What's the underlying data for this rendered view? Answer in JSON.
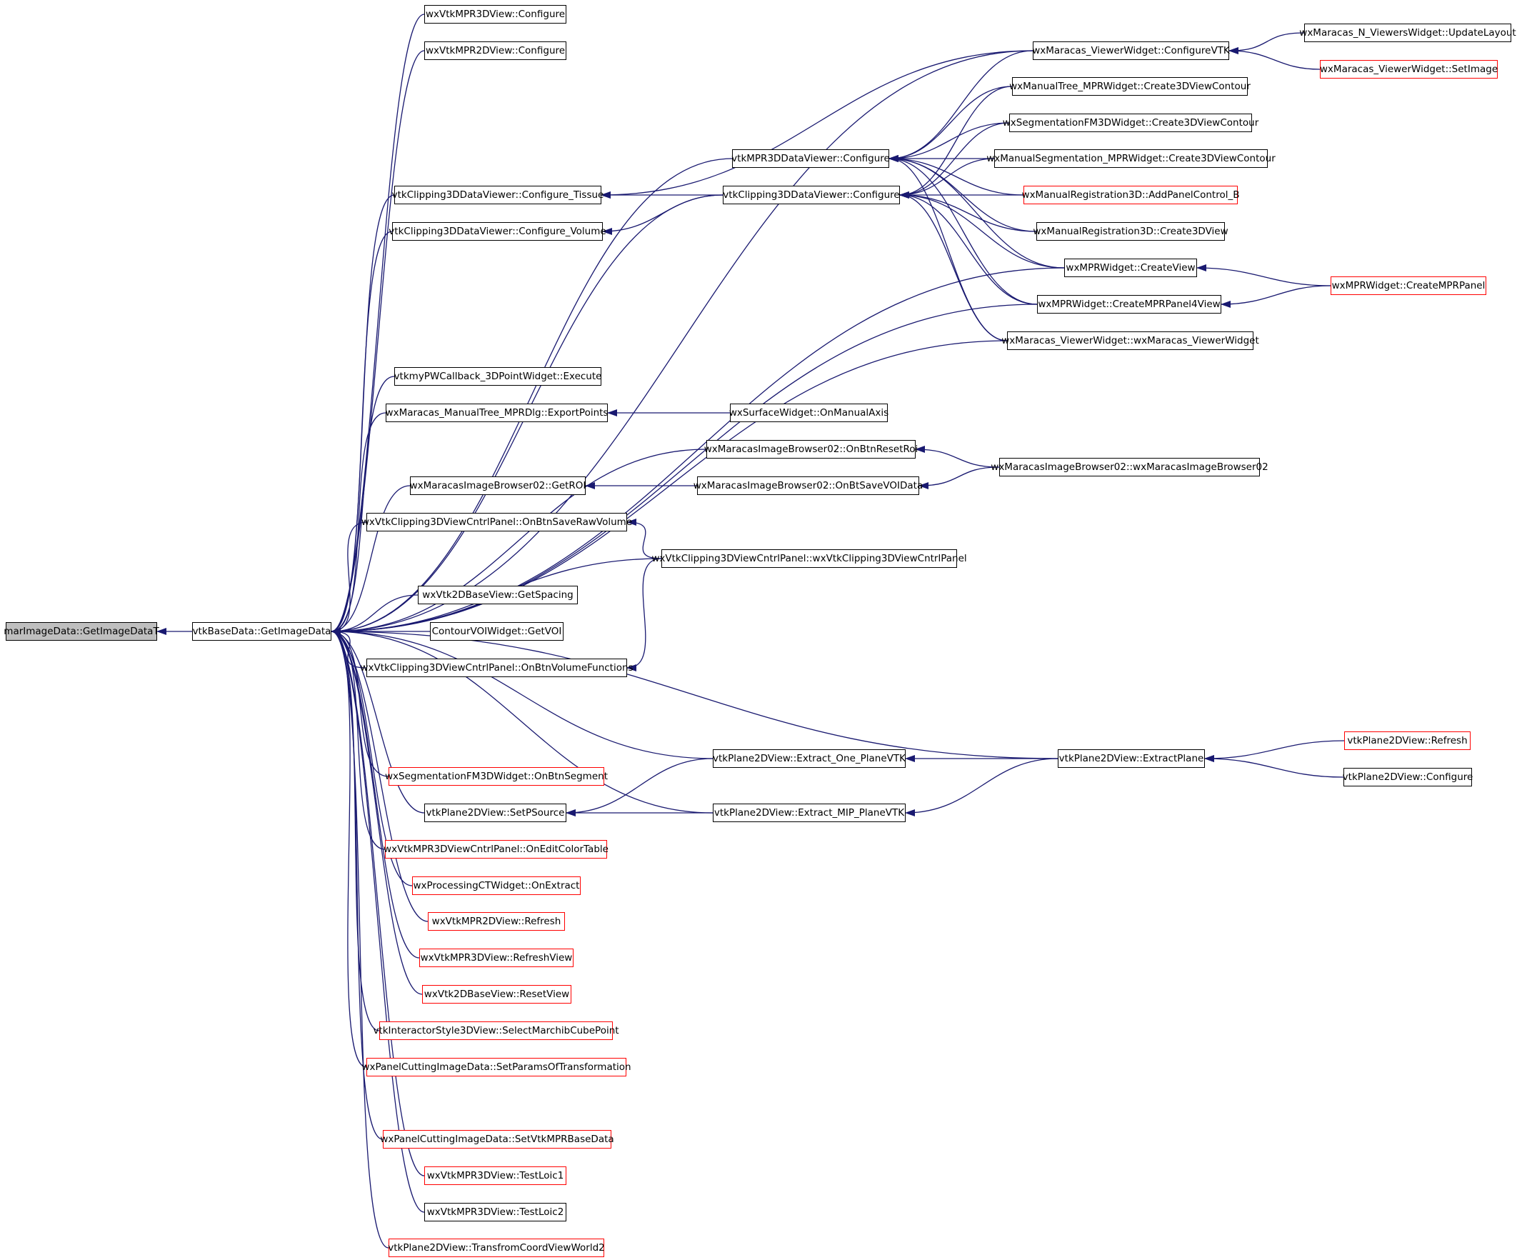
{
  "graph": {
    "edge_color": "#191970",
    "border_color": "#000000",
    "truncated_border_color": "#ff0000",
    "root_fill": "#bfbfbf",
    "nodes": [
      {
        "id": "root",
        "label": "marImageData::GetImageDataT",
        "style": "root"
      },
      {
        "id": "base",
        "label": "vtkBaseData::GetImageData",
        "style": "normal"
      },
      {
        "id": "mpr3dcfg",
        "label": "wxVtkMPR3DView::Configure",
        "style": "normal"
      },
      {
        "id": "mpr2dcfg",
        "label": "wxVtkMPR2DView::Configure",
        "style": "normal"
      },
      {
        "id": "mpr3ddvcfg",
        "label": "vtkMPR3DDataViewer::Configure",
        "style": "normal"
      },
      {
        "id": "clipTissue",
        "label": "vtkClipping3DDataViewer::Configure_Tissue",
        "style": "normal"
      },
      {
        "id": "clipCfg",
        "label": "vtkClipping3DDataViewer::Configure",
        "style": "normal"
      },
      {
        "id": "clipVolume",
        "label": "vtkClipping3DDataViewer::Configure_Volume",
        "style": "normal"
      },
      {
        "id": "pwExecute",
        "label": "vtkmyPWCallback_3DPointWidget::Execute",
        "style": "normal"
      },
      {
        "id": "exportPoints",
        "label": "wxMaracas_ManualTree_MPRDlg::ExportPoints",
        "style": "normal"
      },
      {
        "id": "onManualAxis",
        "label": "wxSurfaceWidget::OnManualAxis",
        "style": "normal"
      },
      {
        "id": "onResetRoi",
        "label": "wxMaracasImageBrowser02::OnBtnResetRoi",
        "style": "normal"
      },
      {
        "id": "getROI",
        "label": "wxMaracasImageBrowser02::GetROI",
        "style": "normal"
      },
      {
        "id": "onSaveVOI",
        "label": "wxMaracasImageBrowser02::OnBtSaveVOIData",
        "style": "normal"
      },
      {
        "id": "browserCtor",
        "label": "wxMaracasImageBrowser02::wxMaracasImageBrowser02",
        "style": "normal"
      },
      {
        "id": "saveRaw",
        "label": "wxVtkClipping3DViewCntrlPanel::OnBtnSaveRawVolume",
        "style": "normal"
      },
      {
        "id": "clipPanelCtor",
        "label": "wxVtkClipping3DViewCntrlPanel::wxVtkClipping3DViewCntrlPanel",
        "style": "normal"
      },
      {
        "id": "getSpacing",
        "label": "wxVtk2DBaseView::GetSpacing",
        "style": "normal"
      },
      {
        "id": "getVOI",
        "label": "ContourVOIWidget::GetVOI",
        "style": "normal"
      },
      {
        "id": "volFuncs",
        "label": "wxVtkClipping3DViewCntrlPanel::OnBtnVolumeFunctions",
        "style": "normal"
      },
      {
        "id": "cfgVTK",
        "label": "wxMaracas_ViewerWidget::ConfigureVTK",
        "style": "normal"
      },
      {
        "id": "updateLayout",
        "label": "wxMaracas_N_ViewersWidget::UpdateLayout",
        "style": "normal"
      },
      {
        "id": "setImage",
        "label": "wxMaracas_ViewerWidget::SetImage",
        "style": "red"
      },
      {
        "id": "treeContour",
        "label": "wxManualTree_MPRWidget::Create3DViewContour",
        "style": "normal"
      },
      {
        "id": "fmContour",
        "label": "wxSegmentationFM3DWidget::Create3DViewContour",
        "style": "normal"
      },
      {
        "id": "manSegContour",
        "label": "wxManualSegmentation_MPRWidget::Create3DViewContour",
        "style": "normal"
      },
      {
        "id": "addPanelB",
        "label": "wxManualRegistration3D::AddPanelControl_B",
        "style": "red"
      },
      {
        "id": "reg3DView",
        "label": "wxManualRegistration3D::Create3DView",
        "style": "normal"
      },
      {
        "id": "mprCreateView",
        "label": "wxMPRWidget::CreateView",
        "style": "normal"
      },
      {
        "id": "mprPanel",
        "label": "wxMPRWidget::CreateMPRPanel",
        "style": "red"
      },
      {
        "id": "mprPanel4",
        "label": "wxMPRWidget::CreateMPRPanel4View",
        "style": "normal"
      },
      {
        "id": "viewerCtor",
        "label": "wxMaracas_ViewerWidget::wxMaracas_ViewerWidget",
        "style": "normal"
      },
      {
        "id": "fmSegment",
        "label": "wxSegmentationFM3DWidget::OnBtnSegment",
        "style": "red"
      },
      {
        "id": "setPSource",
        "label": "vtkPlane2DView::SetPSource",
        "style": "normal"
      },
      {
        "id": "extractOne",
        "label": "vtkPlane2DView::Extract_One_PlaneVTK",
        "style": "normal"
      },
      {
        "id": "extractMIP",
        "label": "vtkPlane2DView::Extract_MIP_PlaneVTK",
        "style": "normal"
      },
      {
        "id": "extractPlane",
        "label": "vtkPlane2DView::ExtractPlane",
        "style": "normal"
      },
      {
        "id": "planeRefresh",
        "label": "vtkPlane2DView::Refresh",
        "style": "red"
      },
      {
        "id": "planeCfg",
        "label": "vtkPlane2DView::Configure",
        "style": "normal"
      },
      {
        "id": "editColor",
        "label": "wxVtkMPR3DViewCntrlPanel::OnEditColorTable",
        "style": "red"
      },
      {
        "id": "onExtract",
        "label": "wxProcessingCTWidget::OnExtract",
        "style": "red"
      },
      {
        "id": "mpr2dRefresh",
        "label": "wxVtkMPR2DView::Refresh",
        "style": "red"
      },
      {
        "id": "mpr3dRefresh",
        "label": "wxVtkMPR3DView::RefreshView",
        "style": "red"
      },
      {
        "id": "resetView",
        "label": "wxVtk2DBaseView::ResetView",
        "style": "red"
      },
      {
        "id": "marchCube",
        "label": "vtkInteractorStyle3DView::SelectMarchibCubePoint",
        "style": "red"
      },
      {
        "id": "paramsTransf",
        "label": "wxPanelCuttingImageData::SetParamsOfTransformation",
        "style": "red"
      },
      {
        "id": "setMPRBase",
        "label": "wxPanelCuttingImageData::SetVtkMPRBaseData",
        "style": "red"
      },
      {
        "id": "testLoic1",
        "label": "wxVtkMPR3DView::TestLoic1",
        "style": "red"
      },
      {
        "id": "testLoic2",
        "label": "wxVtkMPR3DView::TestLoic2",
        "style": "normal"
      },
      {
        "id": "transfCoord",
        "label": "vtkPlane2DView::TransfromCoordViewWorld2",
        "style": "red"
      }
    ],
    "edges": [
      [
        "base",
        "root"
      ],
      [
        "mpr3dcfg",
        "base"
      ],
      [
        "mpr2dcfg",
        "base"
      ],
      [
        "mpr3ddvcfg",
        "base"
      ],
      [
        "clipTissue",
        "base"
      ],
      [
        "clipCfg",
        "base"
      ],
      [
        "clipVolume",
        "base"
      ],
      [
        "cfgVTK",
        "base"
      ],
      [
        "mprCreateView",
        "base"
      ],
      [
        "mprPanel4",
        "base"
      ],
      [
        "viewerCtor",
        "base"
      ],
      [
        "pwExecute",
        "base"
      ],
      [
        "exportPoints",
        "base"
      ],
      [
        "onResetRoi",
        "base"
      ],
      [
        "getROI",
        "base"
      ],
      [
        "saveRaw",
        "base"
      ],
      [
        "clipPanelCtor",
        "base"
      ],
      [
        "getSpacing",
        "base"
      ],
      [
        "getVOI",
        "base"
      ],
      [
        "volFuncs",
        "base"
      ],
      [
        "extractPlane",
        "base"
      ],
      [
        "extractOne",
        "base"
      ],
      [
        "fmSegment",
        "base"
      ],
      [
        "setPSource",
        "base"
      ],
      [
        "editColor",
        "base"
      ],
      [
        "onExtract",
        "base"
      ],
      [
        "mpr2dRefresh",
        "base"
      ],
      [
        "mpr3dRefresh",
        "base"
      ],
      [
        "resetView",
        "base"
      ],
      [
        "marchCube",
        "base"
      ],
      [
        "paramsTransf",
        "base"
      ],
      [
        "extractMIP",
        "base"
      ],
      [
        "setMPRBase",
        "base"
      ],
      [
        "testLoic1",
        "base"
      ],
      [
        "testLoic2",
        "base"
      ],
      [
        "transfCoord",
        "base"
      ],
      [
        "clipCfg",
        "clipTissue"
      ],
      [
        "cfgVTK",
        "clipTissue"
      ],
      [
        "clipCfg",
        "clipVolume"
      ],
      [
        "updateLayout",
        "cfgVTK"
      ],
      [
        "setImage",
        "cfgVTK"
      ],
      [
        "treeContour",
        "mpr3ddvcfg"
      ],
      [
        "fmContour",
        "mpr3ddvcfg"
      ],
      [
        "manSegContour",
        "mpr3ddvcfg"
      ],
      [
        "addPanelB",
        "mpr3ddvcfg"
      ],
      [
        "reg3DView",
        "mpr3ddvcfg"
      ],
      [
        "mprCreateView",
        "mpr3ddvcfg"
      ],
      [
        "mprPanel4",
        "mpr3ddvcfg"
      ],
      [
        "viewerCtor",
        "mpr3ddvcfg"
      ],
      [
        "cfgVTK",
        "mpr3ddvcfg"
      ],
      [
        "treeContour",
        "clipCfg"
      ],
      [
        "fmContour",
        "clipCfg"
      ],
      [
        "manSegContour",
        "clipCfg"
      ],
      [
        "addPanelB",
        "clipCfg"
      ],
      [
        "reg3DView",
        "clipCfg"
      ],
      [
        "mprCreateView",
        "clipCfg"
      ],
      [
        "mprPanel4",
        "clipCfg"
      ],
      [
        "viewerCtor",
        "clipCfg"
      ],
      [
        "mprPanel",
        "mprCreateView"
      ],
      [
        "mprPanel",
        "mprPanel4"
      ],
      [
        "onManualAxis",
        "exportPoints"
      ],
      [
        "browserCtor",
        "onResetRoi"
      ],
      [
        "onSaveVOI",
        "getROI"
      ],
      [
        "browserCtor",
        "onSaveVOI"
      ],
      [
        "clipPanelCtor",
        "saveRaw"
      ],
      [
        "clipPanelCtor",
        "volFuncs"
      ],
      [
        "extractOne",
        "setPSource"
      ],
      [
        "extractMIP",
        "setPSource"
      ],
      [
        "extractPlane",
        "extractOne"
      ],
      [
        "extractPlane",
        "extractMIP"
      ],
      [
        "planeRefresh",
        "extractPlane"
      ],
      [
        "planeCfg",
        "extractPlane"
      ]
    ]
  }
}
